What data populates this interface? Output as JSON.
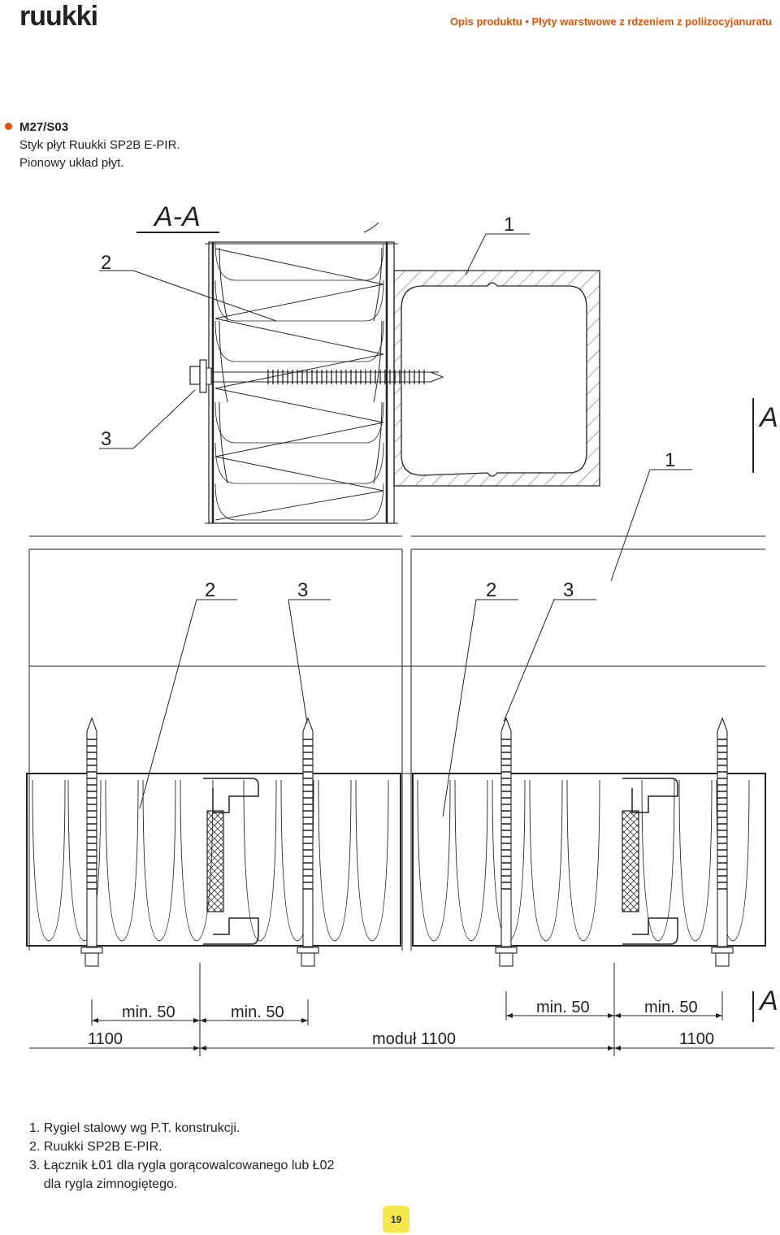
{
  "header": {
    "logo_text": "ruukki",
    "title": "Opis produktu • Płyty warstwowe z rdzeniem z poliizocyjanuratu",
    "accent_color": "#e35205"
  },
  "detail": {
    "code": "M27/S03",
    "line1": "Styk płyt Ruukki SP2B E-PIR.",
    "line2": "Pionowy układ płyt."
  },
  "drawing": {
    "section_label": "A-A",
    "section_mark": "A",
    "callouts": {
      "top_2": "2",
      "top_1": "1",
      "top_3": "3",
      "mid_1": "1",
      "plan_2a": "2",
      "plan_3a": "3",
      "plan_2b": "2",
      "plan_3b": "3"
    },
    "dimensions": {
      "min_left_1": "min. 50",
      "min_left_2": "min. 50",
      "min_right_1": "min. 50",
      "min_right_2": "min. 50",
      "width_left": "1100",
      "module": "moduł 1100",
      "width_right": "1100"
    }
  },
  "legend": [
    "1. Rygiel stalowy wg P.T. konstrukcji.",
    "2. Ruukki SP2B E-PIR.",
    "3. Łącznik Ł01 dla rygla gorącowalcowanego lub Ł02",
    "    dla rygla zimnogiętego."
  ],
  "page_number": "19"
}
